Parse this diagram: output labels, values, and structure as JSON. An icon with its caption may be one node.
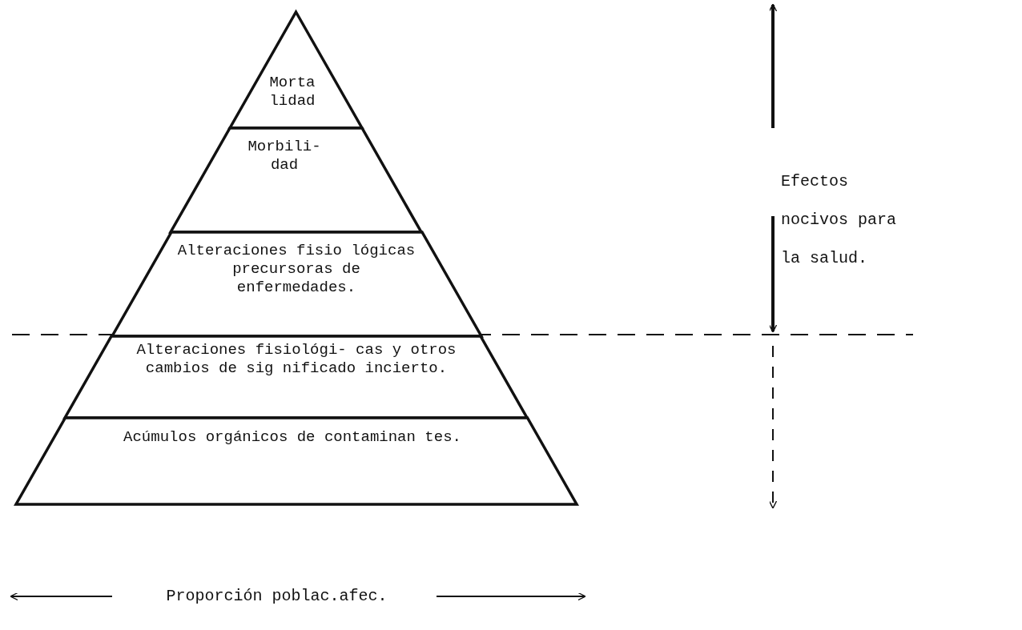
{
  "diagram": {
    "nodes": [
      {
        "text": [
          "Morta lidad"
        ]
      },
      {
        "text": [
          "Morbili- dad"
        ]
      },
      {
        "text": [
          "Alteraciones fisio lógicas precursoras de enfermedades."
        ]
      },
      {
        "text": [
          "Alteraciones fisiológi- cas y otros cambios de sig nificado incierto."
        ]
      },
      {
        "text": [
          "Acúmulos orgánicos de contaminan tes."
        ]
      }
    ],
    "labels": [
      "Efectos nocivos para la salud.",
      "Proporción poblac.afec."
    ]
  }
}
